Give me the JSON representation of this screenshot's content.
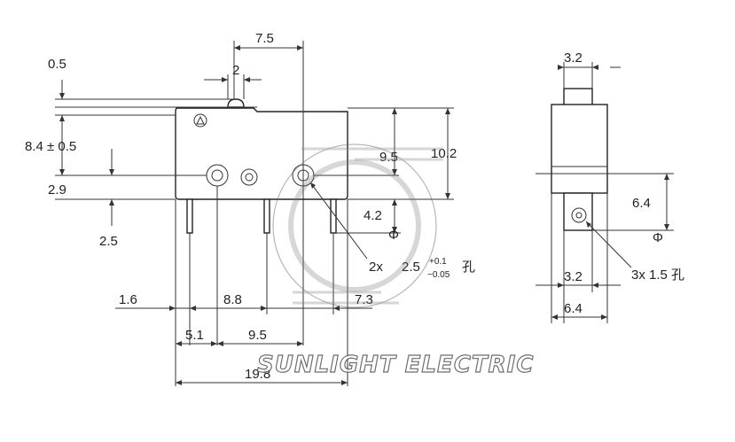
{
  "dimensions": {
    "d_7_5": "7.5",
    "d_0_5": "0.5",
    "d_2": "2",
    "d_8_4": "8.4 ± 0.5",
    "d_10_2": "10.2",
    "d_9_5_top": "9.5",
    "d_2_9": "2.9",
    "d_4_2": "4.2",
    "d_2_5": "2.5",
    "hole_note_prefix": "2x",
    "hole_note_value": "2.5",
    "hole_note_tol_plus": "+0.1",
    "hole_note_tol_minus": "−0.05",
    "hole_note_suffix": "孔",
    "d_1_6": "1.6",
    "d_8_8": "8.8",
    "d_7_3": "7.3",
    "d_5_1": "5.1",
    "d_9_5_bottom": "9.5",
    "d_19_8": "19.8"
  },
  "side_view": {
    "d_3_2_top": "3.2",
    "d_6_4_right": "6.4",
    "hole_note": "3x  1.5 孔",
    "d_3_2_bottom": "3.2",
    "d_6_4_bottom": "6.4"
  },
  "symbols": {
    "phi_left": "Φ",
    "phi_right": "Φ",
    "triangle_mark": "1"
  },
  "watermark": {
    "text": "SUNLIGHT ELECTRIC"
  }
}
